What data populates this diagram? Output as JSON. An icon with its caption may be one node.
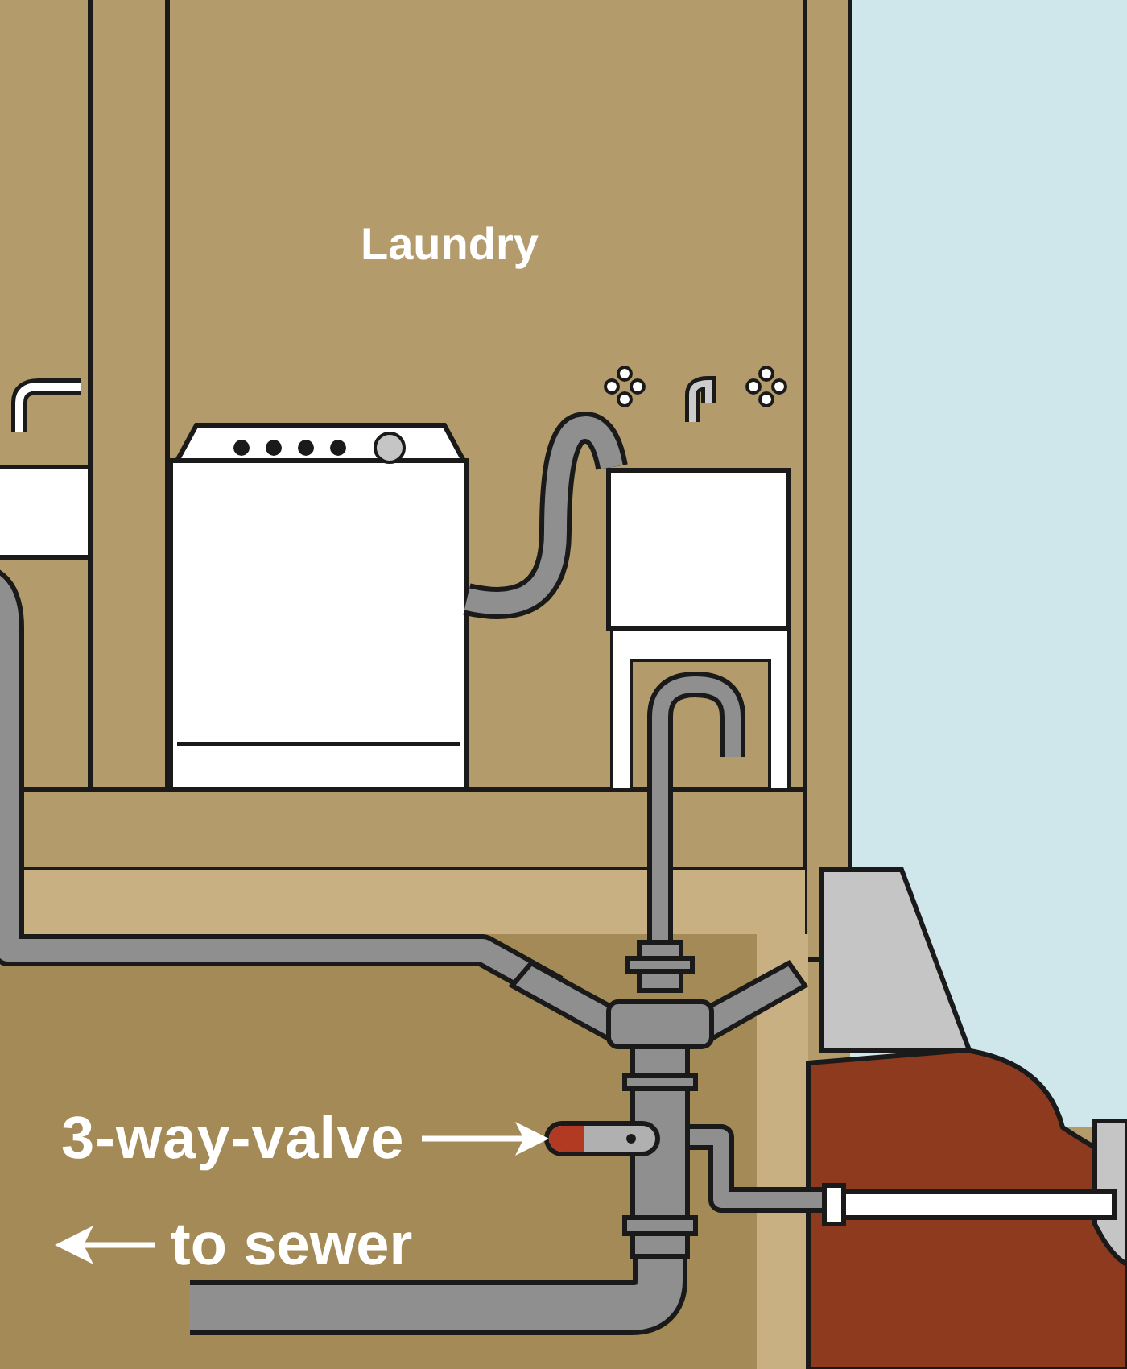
{
  "diagram": {
    "nodes": [
      {
        "text": [
          "3-way-valve"
        ]
      },
      {
        "text": [],
        "shape": "valve"
      }
    ],
    "edges": [
      {
        "from": 0,
        "to": 1,
        "arrow": "to"
      }
    ],
    "labels": [
      "Laundry",
      "to sewer"
    ]
  }
}
